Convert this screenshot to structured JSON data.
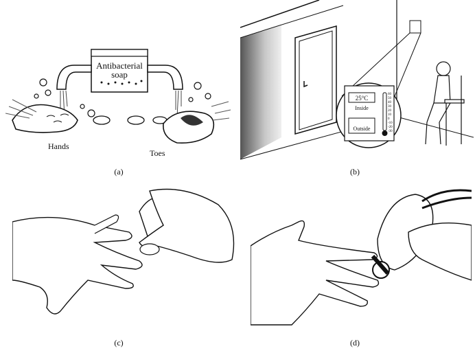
{
  "panels": {
    "a": {
      "caption": "(a)",
      "soap_label_line1": "Antibacterial",
      "soap_label_line2": "soap",
      "hands_label": "Hands",
      "toes_label": "Toes"
    },
    "b": {
      "caption": "(b)",
      "inside_temp": "25°C",
      "inside_label": "Inside",
      "outside_label": "Outside",
      "scale_ticks": [
        "60",
        "50",
        "40",
        "30",
        "20",
        "10",
        "0",
        "-10",
        "-20",
        "-30"
      ]
    },
    "c": {
      "caption": "(c)"
    },
    "d": {
      "caption": "(d)"
    }
  }
}
